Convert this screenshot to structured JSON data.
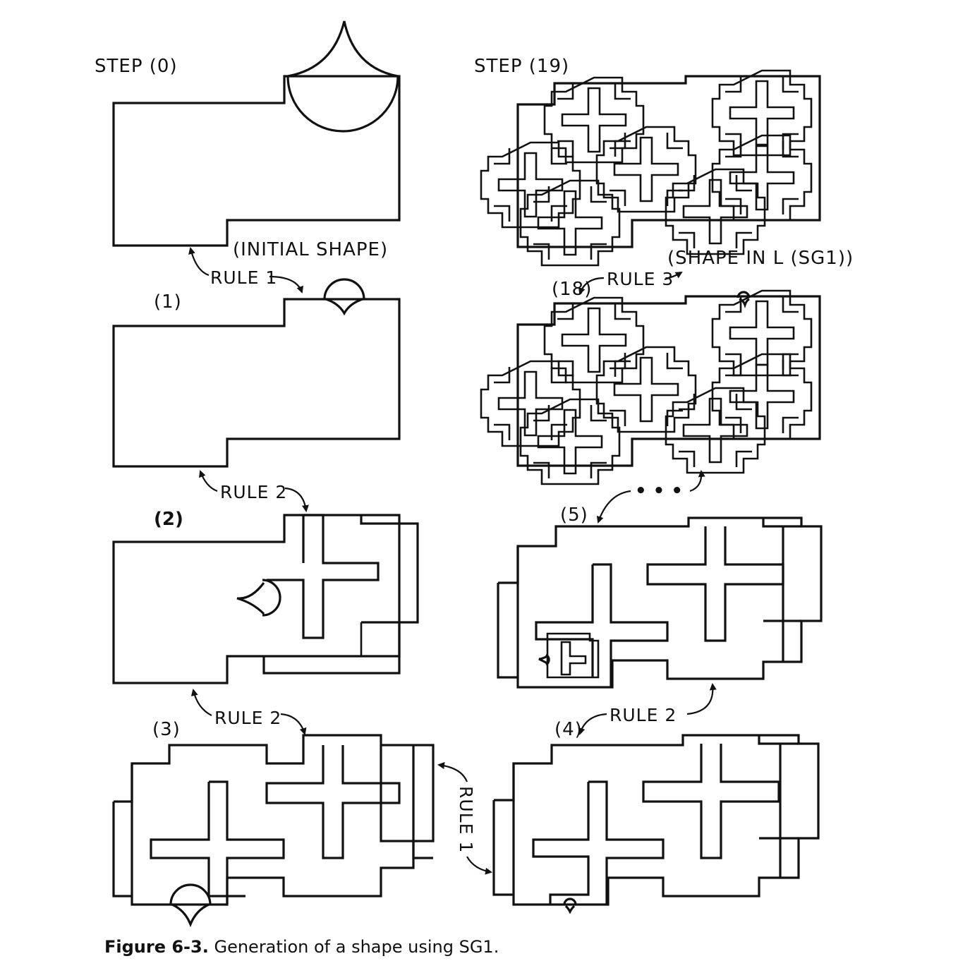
{
  "labels": {
    "step0": "STEP (0)",
    "step19": "STEP (19)",
    "initial_shape": "(INITIAL SHAPE)",
    "shape_in_l": "(SHAPE IN L (SG1))",
    "s1": "(1)",
    "s2": "(2)",
    "s3": "(3)",
    "s4": "(4)",
    "s5": "(5)",
    "s18": "(18)",
    "ellipsis": "• • •"
  },
  "rules": {
    "r1_top": "RULE 1",
    "r2_upper": "RULE 2",
    "r2_lower": "RULE 2",
    "r3": "RULE 3",
    "r2_right": "RULE  2",
    "r1_vertical": "RULE 1"
  },
  "caption": {
    "label": "Figure 6-3.",
    "text": " Generation of a shape using SG1."
  }
}
